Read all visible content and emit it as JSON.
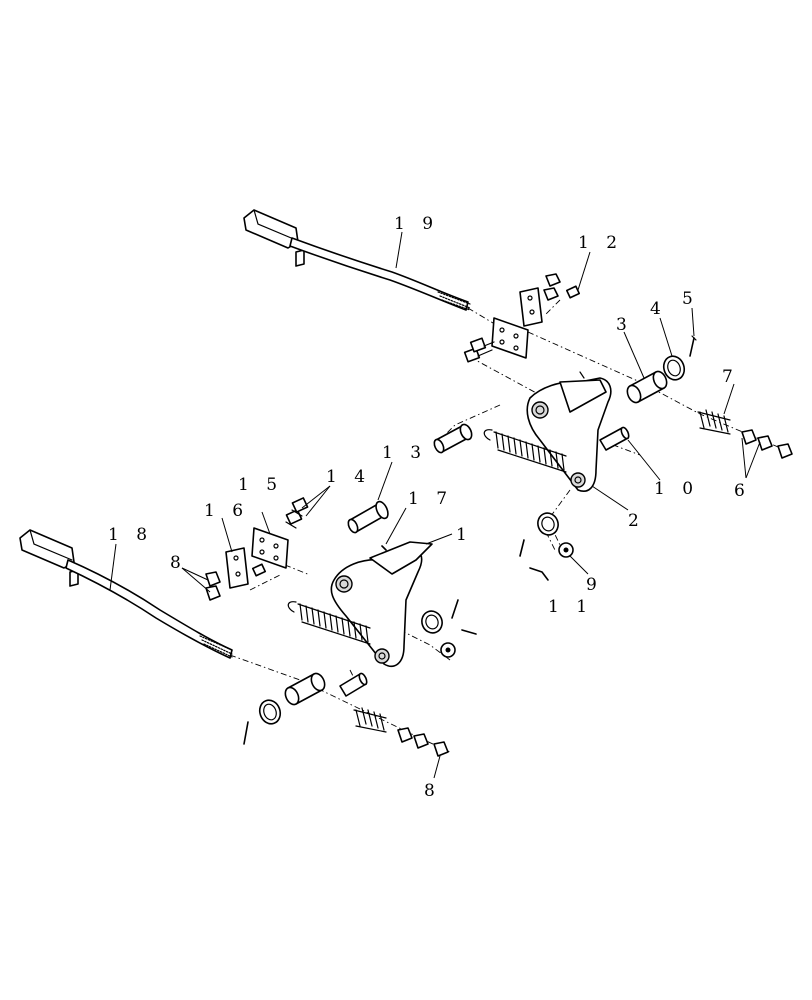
{
  "callouts": {
    "c1": "1",
    "c2": "2",
    "c3": "3",
    "c4": "4",
    "c5": "5",
    "c6": "6",
    "c7": "7",
    "c8a": "8",
    "c8b": "8",
    "c9": "9",
    "c10": "1 0",
    "c11": "1 1",
    "c12": "1 2",
    "c13": "1 3",
    "c14": "1 4",
    "c15": "1 5",
    "c16": "1 6",
    "c17": "1 7",
    "c18": "1 8",
    "c19": "1 9"
  }
}
